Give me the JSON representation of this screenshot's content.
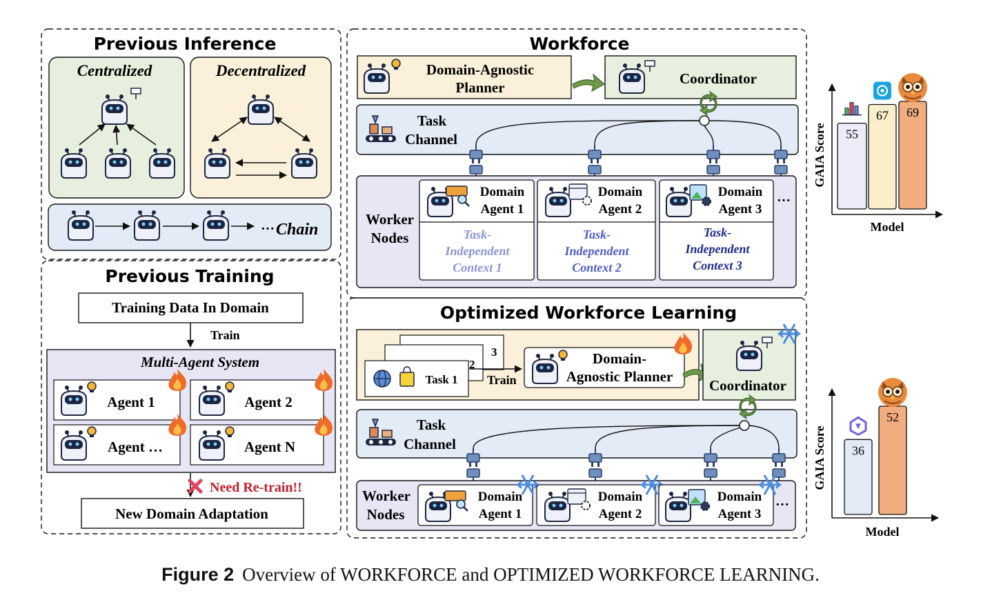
{
  "left": {
    "inference": {
      "title": "Previous Inference",
      "centralized": "Centralized",
      "decentralized": "Decentralized",
      "chain_ellipsis": "···",
      "chain": "Chain"
    },
    "training": {
      "title": "Previous Training",
      "data_box": "Training Data In Domain",
      "train": "Train",
      "mas_title": "Multi-Agent System",
      "agents": [
        "Agent 1",
        "Agent 2",
        "Agent …",
        "Agent N"
      ],
      "retrain": "Need Re-train!!",
      "new_domain": "New Domain Adaptation"
    }
  },
  "workforce": {
    "title": "Workforce",
    "planner": [
      "Domain-Agnostic",
      "Planner"
    ],
    "coordinator": "Coordinator",
    "task_channel": [
      "Task",
      "Channel"
    ],
    "worker_nodes": [
      "Worker",
      "Nodes"
    ],
    "agents": [
      {
        "l1": "Domain",
        "l2": "Agent 1",
        "ctx": [
          "Task-",
          "Independent",
          "Context 1"
        ],
        "ctx_color": "#8a93d8"
      },
      {
        "l1": "Domain",
        "l2": "Agent 2",
        "ctx": [
          "Task-",
          "Independent",
          "Context 2"
        ],
        "ctx_color": "#4d5cc4"
      },
      {
        "l1": "Domain",
        "l2": "Agent 3",
        "ctx": [
          "Task-",
          "Independent",
          "Context 3"
        ],
        "ctx_color": "#1c2a8a"
      }
    ],
    "ellipsis": "···"
  },
  "owl": {
    "title": "Optimized Workforce Learning",
    "tasks": [
      "Task 1",
      "2",
      "3"
    ],
    "train": "Train",
    "planner": [
      "Domain-",
      "Agnostic Planner"
    ],
    "coordinator": "Coordinator",
    "task_channel": [
      "Task",
      "Channel"
    ],
    "worker_nodes": [
      "Worker",
      "Nodes"
    ],
    "agents": [
      {
        "l1": "Domain",
        "l2": "Agent 1"
      },
      {
        "l1": "Domain",
        "l2": "Agent 2"
      },
      {
        "l1": "Domain",
        "l2": "Agent 3"
      }
    ],
    "ellipsis": "···"
  },
  "chart_data": [
    {
      "type": "bar",
      "ylabel": "GAIA Score",
      "xlabel": "Model",
      "values": [
        55,
        67,
        69
      ],
      "colors": [
        "#ecebf8",
        "#fbeecb",
        "#f2ad7e"
      ],
      "icons": [
        "bar-chart-icon",
        "openai-icon",
        "owl-icon"
      ]
    },
    {
      "type": "bar",
      "ylabel": "GAIA Score",
      "xlabel": "Model",
      "values": [
        36,
        52
      ],
      "colors": [
        "#e3ebf6",
        "#f2ad7e"
      ],
      "icons": [
        "qwen-icon",
        "owl-icon"
      ]
    }
  ],
  "caption": {
    "fig": "Figure 2",
    "text": "Overview of WORKFORCE and OPTIMIZED WORKFORCE LEARNING."
  }
}
